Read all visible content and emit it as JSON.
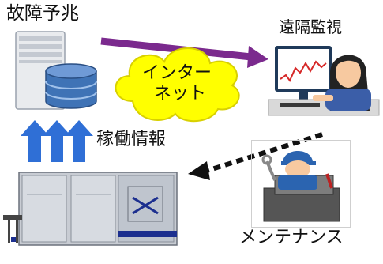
{
  "diagram": {
    "failure_prediction_label": "故障予兆",
    "remote_monitoring_label": "遠隔監視",
    "cloud_text_line1": "インター",
    "cloud_text_line2": "ネット",
    "operation_info_label": "稼働情報",
    "maintenance_label": "メンテナンス"
  },
  "colors": {
    "arrow_purple": "#7b2a8e",
    "cloud_fill": "#ffff00",
    "up_arrow_blue": "#2f6fd6",
    "database_blue": "#4b7fc0"
  }
}
